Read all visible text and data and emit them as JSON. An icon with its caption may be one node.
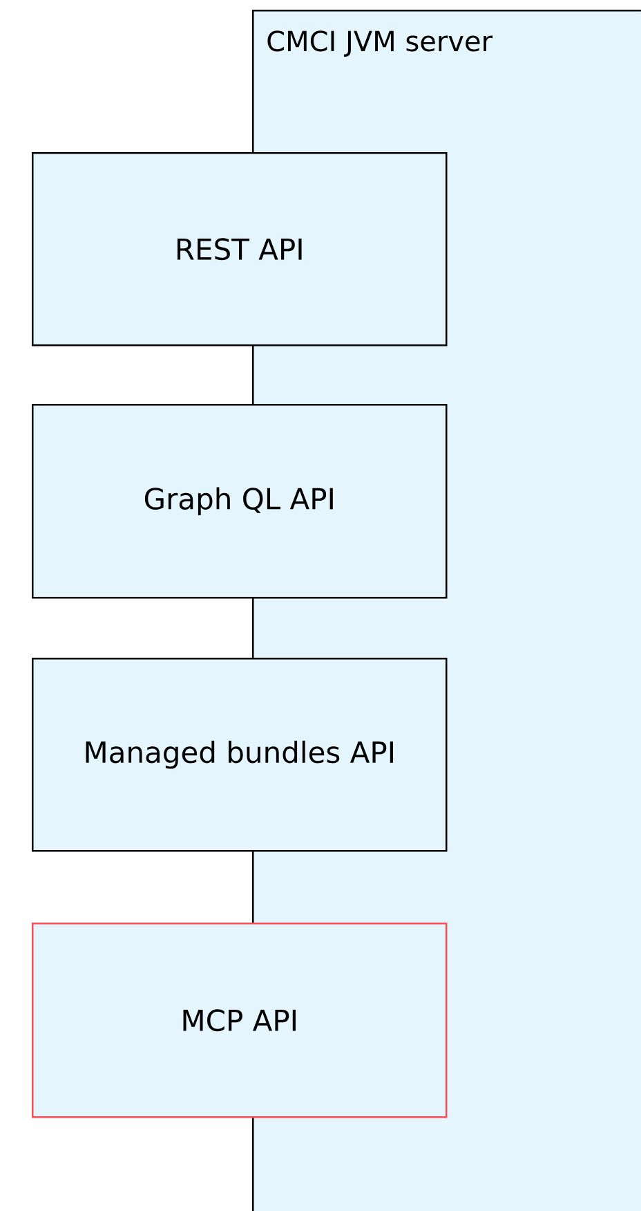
{
  "diagram": {
    "nodes": [
      {
        "text": [
          "CMCI JVM server"
        ]
      },
      {
        "text": [
          "REST API"
        ]
      },
      {
        "text": [
          "Graph QL API"
        ]
      },
      {
        "text": [
          "Managed bundles API"
        ]
      },
      {
        "text": [
          "MCP API"
        ]
      }
    ]
  }
}
